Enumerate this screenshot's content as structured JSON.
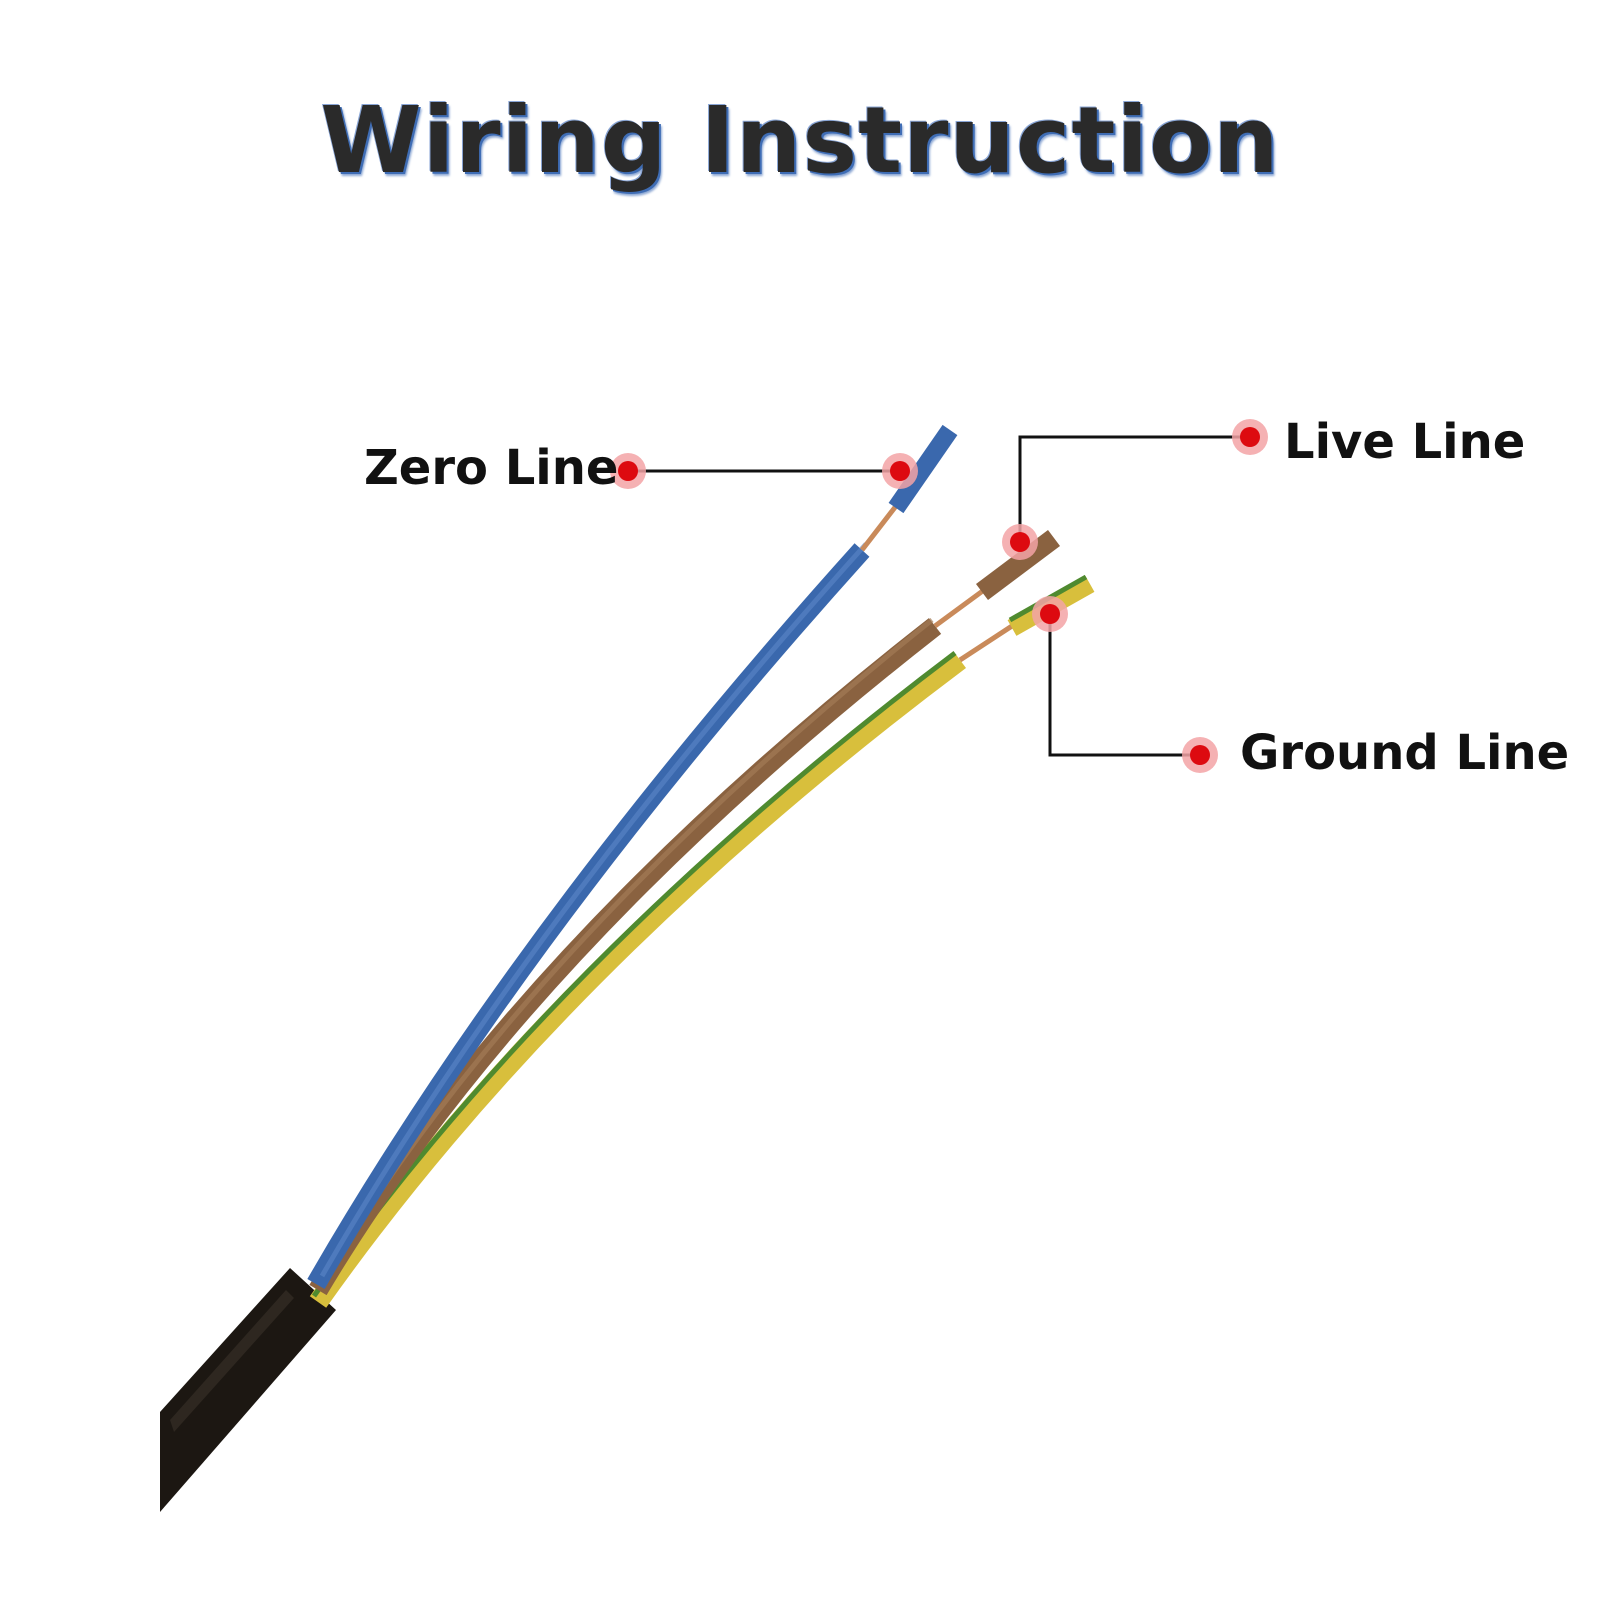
{
  "title": "Wiring Instruction",
  "labels": {
    "zero": "Zero Line",
    "live": "Live Line",
    "ground": "Ground Line"
  },
  "colors": {
    "zero_wire": "#3a68ad",
    "live_wire": "#8a6240",
    "ground_wire_yellow": "#d8bf3c",
    "ground_wire_green": "#4f8a2f",
    "copper": "#c98a5a",
    "sheath": "#1c1712",
    "marker": "#dd0a10",
    "marker_halo": "#f3a3a6",
    "leader": "#111111"
  },
  "icons": {
    "marker": "red-dot-marker"
  }
}
